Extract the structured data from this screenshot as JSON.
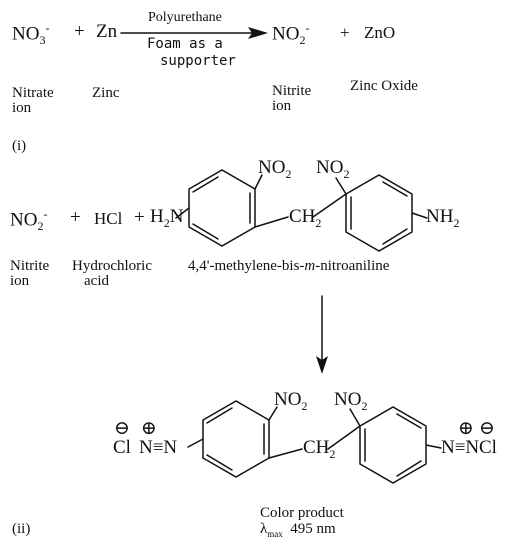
{
  "reaction1": {
    "reactant1": "NO",
    "reactant1_sub": "3",
    "reactant1_sup": "-",
    "plus1": "+",
    "reactant2": "Zn",
    "arrow_top": "Polyurethane",
    "arrow_bottom_line1": "Foam as a",
    "arrow_bottom_line2": "supporter",
    "product1": "NO",
    "product1_sub": "2",
    "product1_sup": "-",
    "plus2": "+",
    "product2": "ZnO",
    "label_nitrate_1": "Nitrate",
    "label_nitrate_2": "ion",
    "label_zinc": "Zinc",
    "label_nitrite_1": "Nitrite",
    "label_nitrite_2": "ion",
    "label_zinc_oxide": "Zinc Oxide",
    "part_label": "(i)"
  },
  "reaction2": {
    "reactant1": "NO",
    "reactant1_sub": "2",
    "reactant1_sup": "-",
    "plus1": "+",
    "reactant2": "HCl",
    "plus2": "+",
    "amine_left": "H",
    "amine_left_sub": "2",
    "amine_left_n": "N",
    "nitro": "NO",
    "nitro_sub": "2",
    "bridge": "CH",
    "bridge_sub": "2",
    "amine_right": "NH",
    "amine_right_sub": "2",
    "label_nitrite_1": "Nitrite",
    "label_nitrite_2": "ion",
    "label_hcl_1": "Hydrochloric",
    "label_hcl_2": "acid",
    "label_compound_pre": "4,4'-methylene-bis-",
    "label_compound_ital": "m",
    "label_compound_post": "-nitroaniline"
  },
  "product": {
    "minus": "⊖",
    "plus": "⊕",
    "cl": "Cl",
    "diazo_left": "N≡N",
    "diazo_right": "N≡N",
    "nitro": "NO",
    "nitro_sub": "2",
    "bridge": "CH",
    "bridge_sub": "2",
    "caption": "Color product",
    "lambda": "λ",
    "lambda_sub": "max",
    "wavelength": "495 nm",
    "part_label": "(ii)"
  }
}
